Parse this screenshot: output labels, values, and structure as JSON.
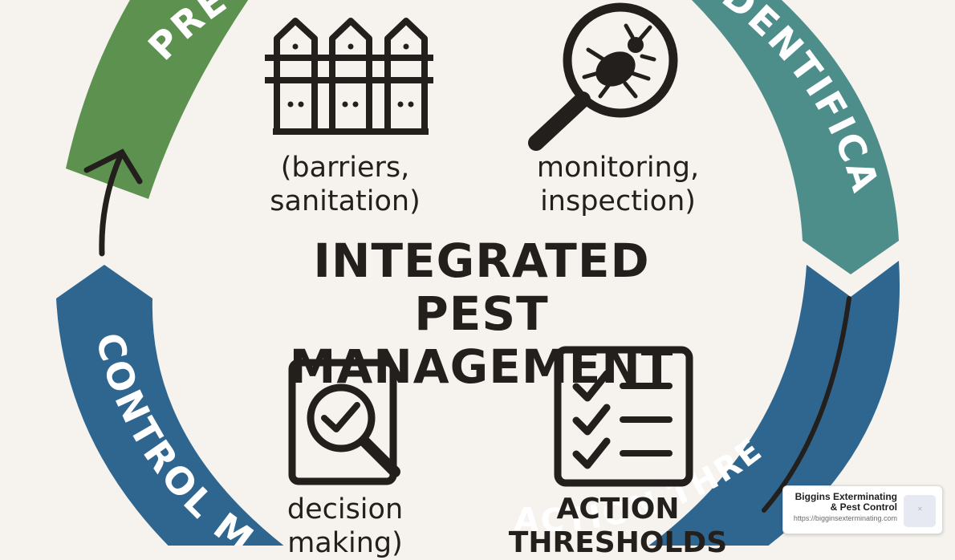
{
  "diagram": {
    "title_lines": [
      "INTEGRATED PEST",
      "MANAGEMENT"
    ],
    "segments": [
      {
        "label": "PREVENTION",
        "color": "#5c9150"
      },
      {
        "label": "IDENTIFICATION",
        "color": "#4d8d8a"
      },
      {
        "label": "ACTION THRESHOLDS",
        "color": "#2f6690"
      },
      {
        "label": "CONTROL METHODS",
        "color": "#2f6690"
      }
    ],
    "captions": {
      "prevention": [
        "(barriers,",
        "sanitation)"
      ],
      "identification": [
        "monitoring,",
        "inspection)"
      ],
      "control": [
        "decision",
        "making)"
      ],
      "thresholds": [
        "ACTION",
        "THRESHOLDS"
      ]
    },
    "icons": [
      "fence-icon",
      "magnifier-bug-icon",
      "magnifier-check-icon",
      "checklist-icon"
    ]
  },
  "source_card": {
    "title": "Biggins Exterminating & Pest Control",
    "url": "https://bigginsexterminating.com"
  }
}
